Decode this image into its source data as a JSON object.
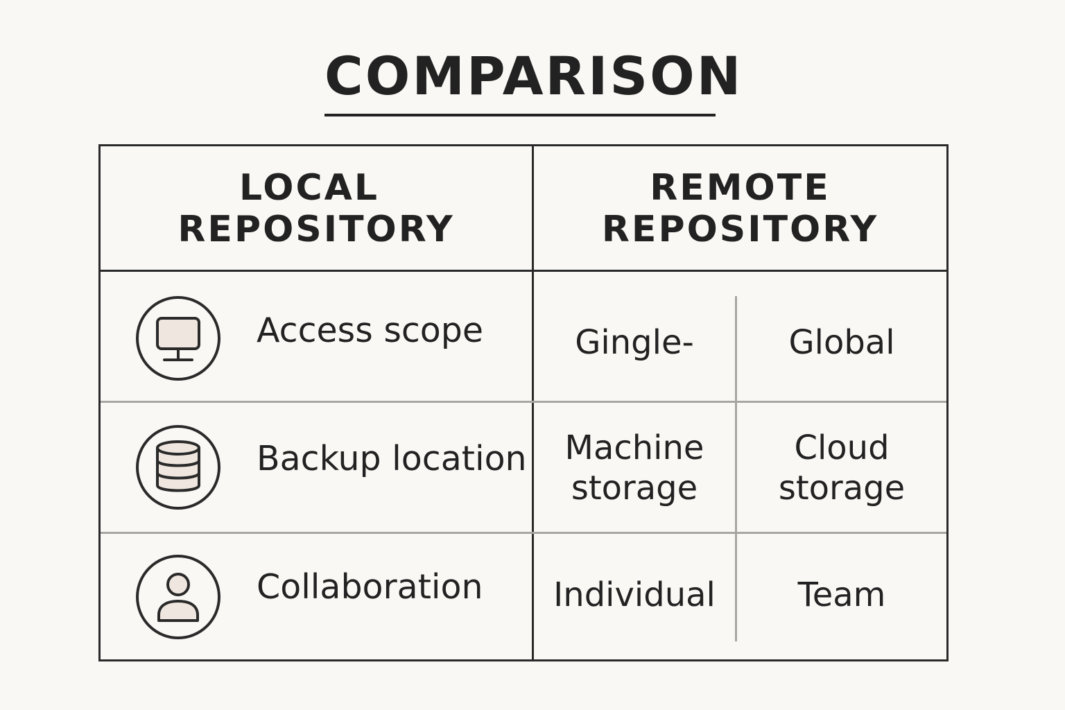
{
  "title": "COMPARISON",
  "columns": {
    "local": {
      "line1": "LOCAL",
      "line2": "REPOSITORY"
    },
    "remote": {
      "line1": "REMOTE",
      "line2": "REPOSITORY"
    }
  },
  "rows": [
    {
      "icon": "monitor-icon",
      "label": "Access scope",
      "local_value": "Gingle-",
      "remote_value": "Global"
    },
    {
      "icon": "database-icon",
      "label": "Backup location",
      "local_value_line1": "Machine",
      "local_value_line2": "storage",
      "remote_value_line1": "Cloud",
      "remote_value_line2": "storage"
    },
    {
      "icon": "user-icon",
      "label": "Collaboration",
      "local_value": "Individual",
      "remote_value": "Team"
    }
  ],
  "colors": {
    "background": "#faf8f4",
    "ink": "#222222",
    "divider_light": "#a8a6a2",
    "icon_fill": "#efe7df"
  }
}
